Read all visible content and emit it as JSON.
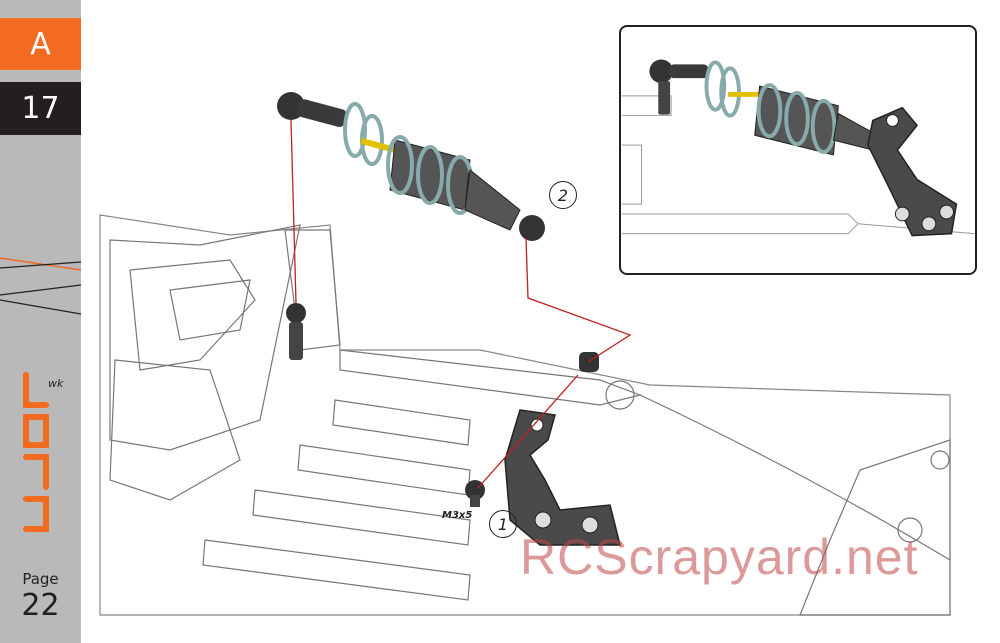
{
  "sidebar": {
    "section_letter": "A",
    "step_number": "17",
    "page_label": "Page",
    "page_number": "22",
    "colors": {
      "accent": "#f26b21",
      "dark": "#231f20",
      "panel": "#b9b9b9"
    }
  },
  "callouts": {
    "step_1": "1",
    "step_2": "2"
  },
  "parts": {
    "screw_label": "M3x5"
  },
  "watermark": {
    "text": "RCScrapyard.net"
  }
}
